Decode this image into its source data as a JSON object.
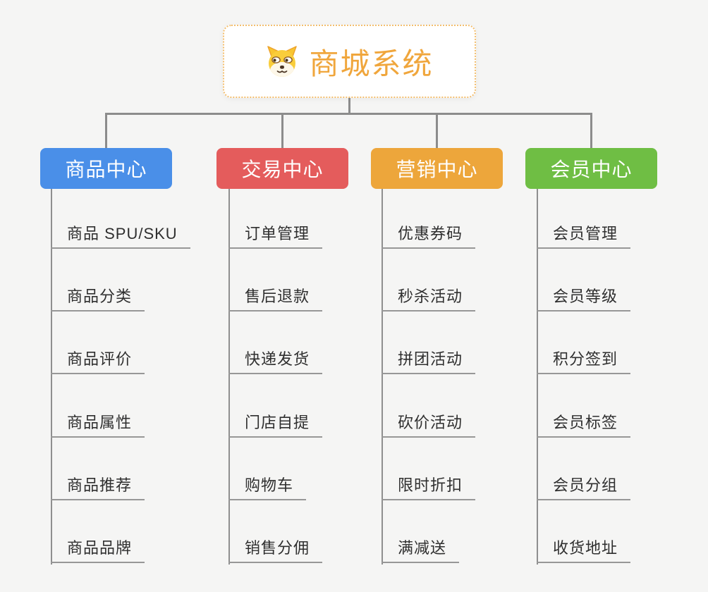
{
  "page": {
    "background_color": "#f5f5f4",
    "connector_color": "#8c8c8c",
    "leaf_text_color": "#2f2f2f",
    "leaf_underline_color": "#979797"
  },
  "root": {
    "title": "商城系统",
    "icon": "dog-face-icon",
    "text_color": "#f0a63c",
    "border_color": "#f3be6e",
    "background": "#ffffff"
  },
  "branches": [
    {
      "label": "商品中心",
      "color": "#4a8fe8",
      "children": [
        "商品 SPU/SKU",
        "商品分类",
        "商品评价",
        "商品属性",
        "商品推荐",
        "商品品牌"
      ]
    },
    {
      "label": "交易中心",
      "color": "#e45c5c",
      "children": [
        "订单管理",
        "售后退款",
        "快递发货",
        "门店自提",
        "购物车",
        "销售分佣"
      ]
    },
    {
      "label": "营销中心",
      "color": "#eda63b",
      "children": [
        "优惠券码",
        "秒杀活动",
        "拼团活动",
        "砍价活动",
        "限时折扣",
        "满减送"
      ]
    },
    {
      "label": "会员中心",
      "color": "#6fbe44",
      "children": [
        "会员管理",
        "会员等级",
        "积分签到",
        "会员标签",
        "会员分组",
        "收货地址"
      ]
    }
  ]
}
